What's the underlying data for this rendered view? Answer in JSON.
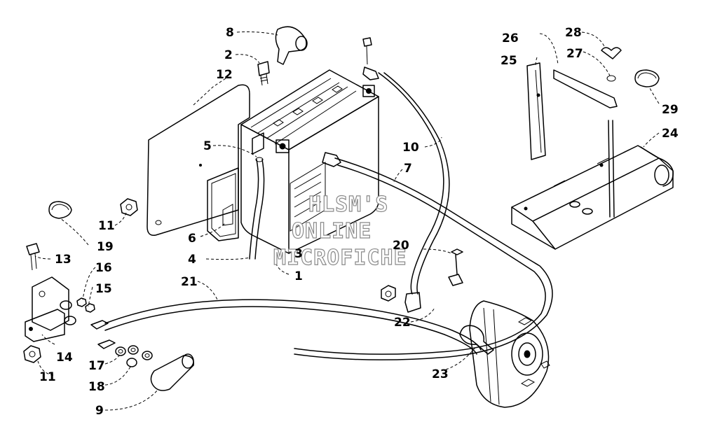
{
  "watermark": {
    "line1": "HLSM'S",
    "line2": "ONLINE",
    "line3": "MICROFICHE"
  },
  "callouts": {
    "c1": "1",
    "c2": "2",
    "c3": "3",
    "c4": "4",
    "c5": "5",
    "c6": "6",
    "c7": "7",
    "c8": "8",
    "c9": "9",
    "c10": "10",
    "c11a": "11",
    "c11b": "11",
    "c12": "12",
    "c13": "13",
    "c14": "14",
    "c15": "15",
    "c16": "16",
    "c17": "17",
    "c18": "18",
    "c19": "19",
    "c20": "20",
    "c21": "21",
    "c22": "22",
    "c23": "23",
    "c24": "24",
    "c25": "25",
    "c26": "26",
    "c27": "27",
    "c28": "28",
    "c29": "29"
  }
}
